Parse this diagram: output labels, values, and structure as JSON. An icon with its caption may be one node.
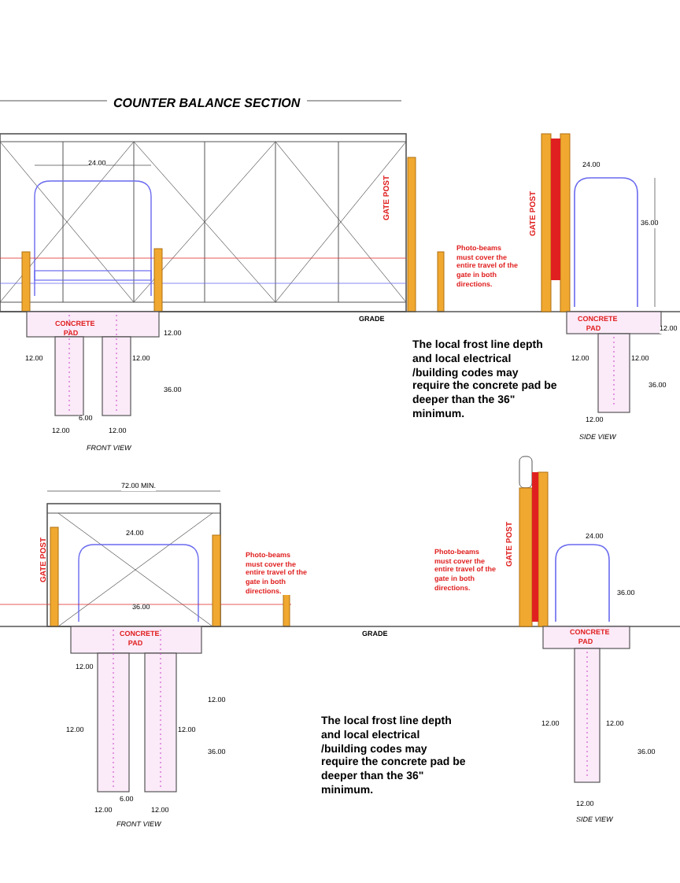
{
  "diagram": {
    "labels": [
      "COUNTER BALANCE SECTION",
      "24.00",
      "GATE POST",
      "GATE POST",
      "24.00",
      "36.00",
      "Photo-beams must cover the entire travel of the gate in both directions.",
      "GRADE",
      "CONCRETE PAD",
      "12.00",
      "12.00",
      "12.00",
      "36.00",
      "CONCRETE PAD",
      "12.00",
      "12.00",
      "12.00",
      "36.00",
      "The local frost line depth and local electrical /building codes may require the concrete pad be deeper than the  36\" minimum.",
      "6.00",
      "12.00",
      "12.00",
      "FRONT VIEW",
      "12.00",
      "SIDE VIEW",
      "72.00 MIN.",
      "GATE POST",
      "24.00",
      "36.00",
      "Photo-beams must cover the entire travel of the gate in both directions.",
      "Photo-beams must cover the entire travel of the gate in both directions.",
      "GATE POST",
      "24.00",
      "36.00",
      "12.00",
      "GRADE",
      "CONCRETE PAD",
      "CONCRETE PAD",
      "12.00",
      "12.00",
      "12.00",
      "36.00",
      "12.00",
      "12.00",
      "36.00",
      "The local frost line depth and local electrical /building codes may require the concrete pad be deeper than the  36\" minimum.",
      "6.00",
      "12.00",
      "12.00",
      "FRONT VIEW",
      "12.00",
      "SIDE VIEW"
    ]
  }
}
